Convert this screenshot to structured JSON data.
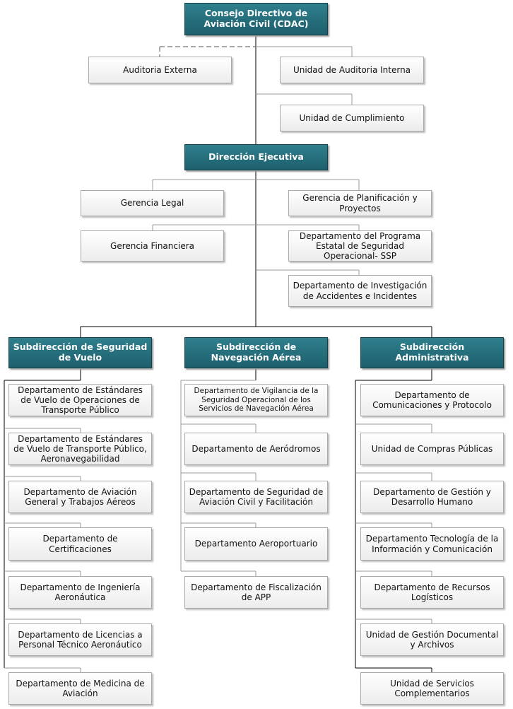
{
  "colors": {
    "header_fill": "#236b79",
    "node_border": "#a9a9a9",
    "line": "#000000"
  },
  "top": {
    "cdac": "Consejo Directivo de Aviación Civil (CDAC)"
  },
  "oversight": {
    "auditoria_externa": "Auditoria Externa",
    "auditoria_interna": "Unidad de Auditoria Interna",
    "cumplimiento": "Unidad de Cumplimiento"
  },
  "direccion": {
    "title": "Dirección Ejecutiva"
  },
  "staff": {
    "legal": "Gerencia Legal",
    "financiera": "Gerencia Financiera",
    "planificacion": "Gerencia de Planificación y Proyectos",
    "ssp": "Departamento del Programa Estatal de Seguridad Operacional- SSP",
    "investigacion": "Departamento de Investigación de Accidentes e Incidentes"
  },
  "subdirecciones": {
    "seguridad": {
      "title": "Subdirección de Seguridad de Vuelo",
      "units": [
        "Departamento de Estándares de Vuelo de Operaciones de Transporte Público",
        "Departamento de Estándares de Vuelo de Transporte Público, Aeronavegabilidad",
        "Departamento de Aviación General y Trabajos Aéreos",
        "Departamento de Certificaciones",
        "Departamento de Ingeniería Aeronáutica",
        "Departamento de Licencias a Personal Técnico Aeronáutico",
        "Departamento de Medicina de Aviación"
      ]
    },
    "navegacion": {
      "title": "Subdirección de Navegación Aérea",
      "units": [
        "Departamento de Vigilancia de la Seguridad Operacional de los Servicios de Navegación Aérea",
        "Departamento de Aeródromos",
        "Departamento de Seguridad de Aviación Civil y Facilitación",
        "Departamento Aeroportuario",
        "Departamento de Fiscalización de APP"
      ]
    },
    "administrativa": {
      "title": "Subdirección Administrativa",
      "units": [
        "Departamento de Comunicaciones y Protocolo",
        "Unidad de Compras Públicas",
        "Departamento de Gestión y Desarrollo Humano",
        "Departamento Tecnología de la Información y Comunicación",
        "Departamento de Recursos Logísticos",
        "Unidad de Gestión Documental y Archivos",
        "Unidad de Servicios Complementarios"
      ]
    }
  }
}
